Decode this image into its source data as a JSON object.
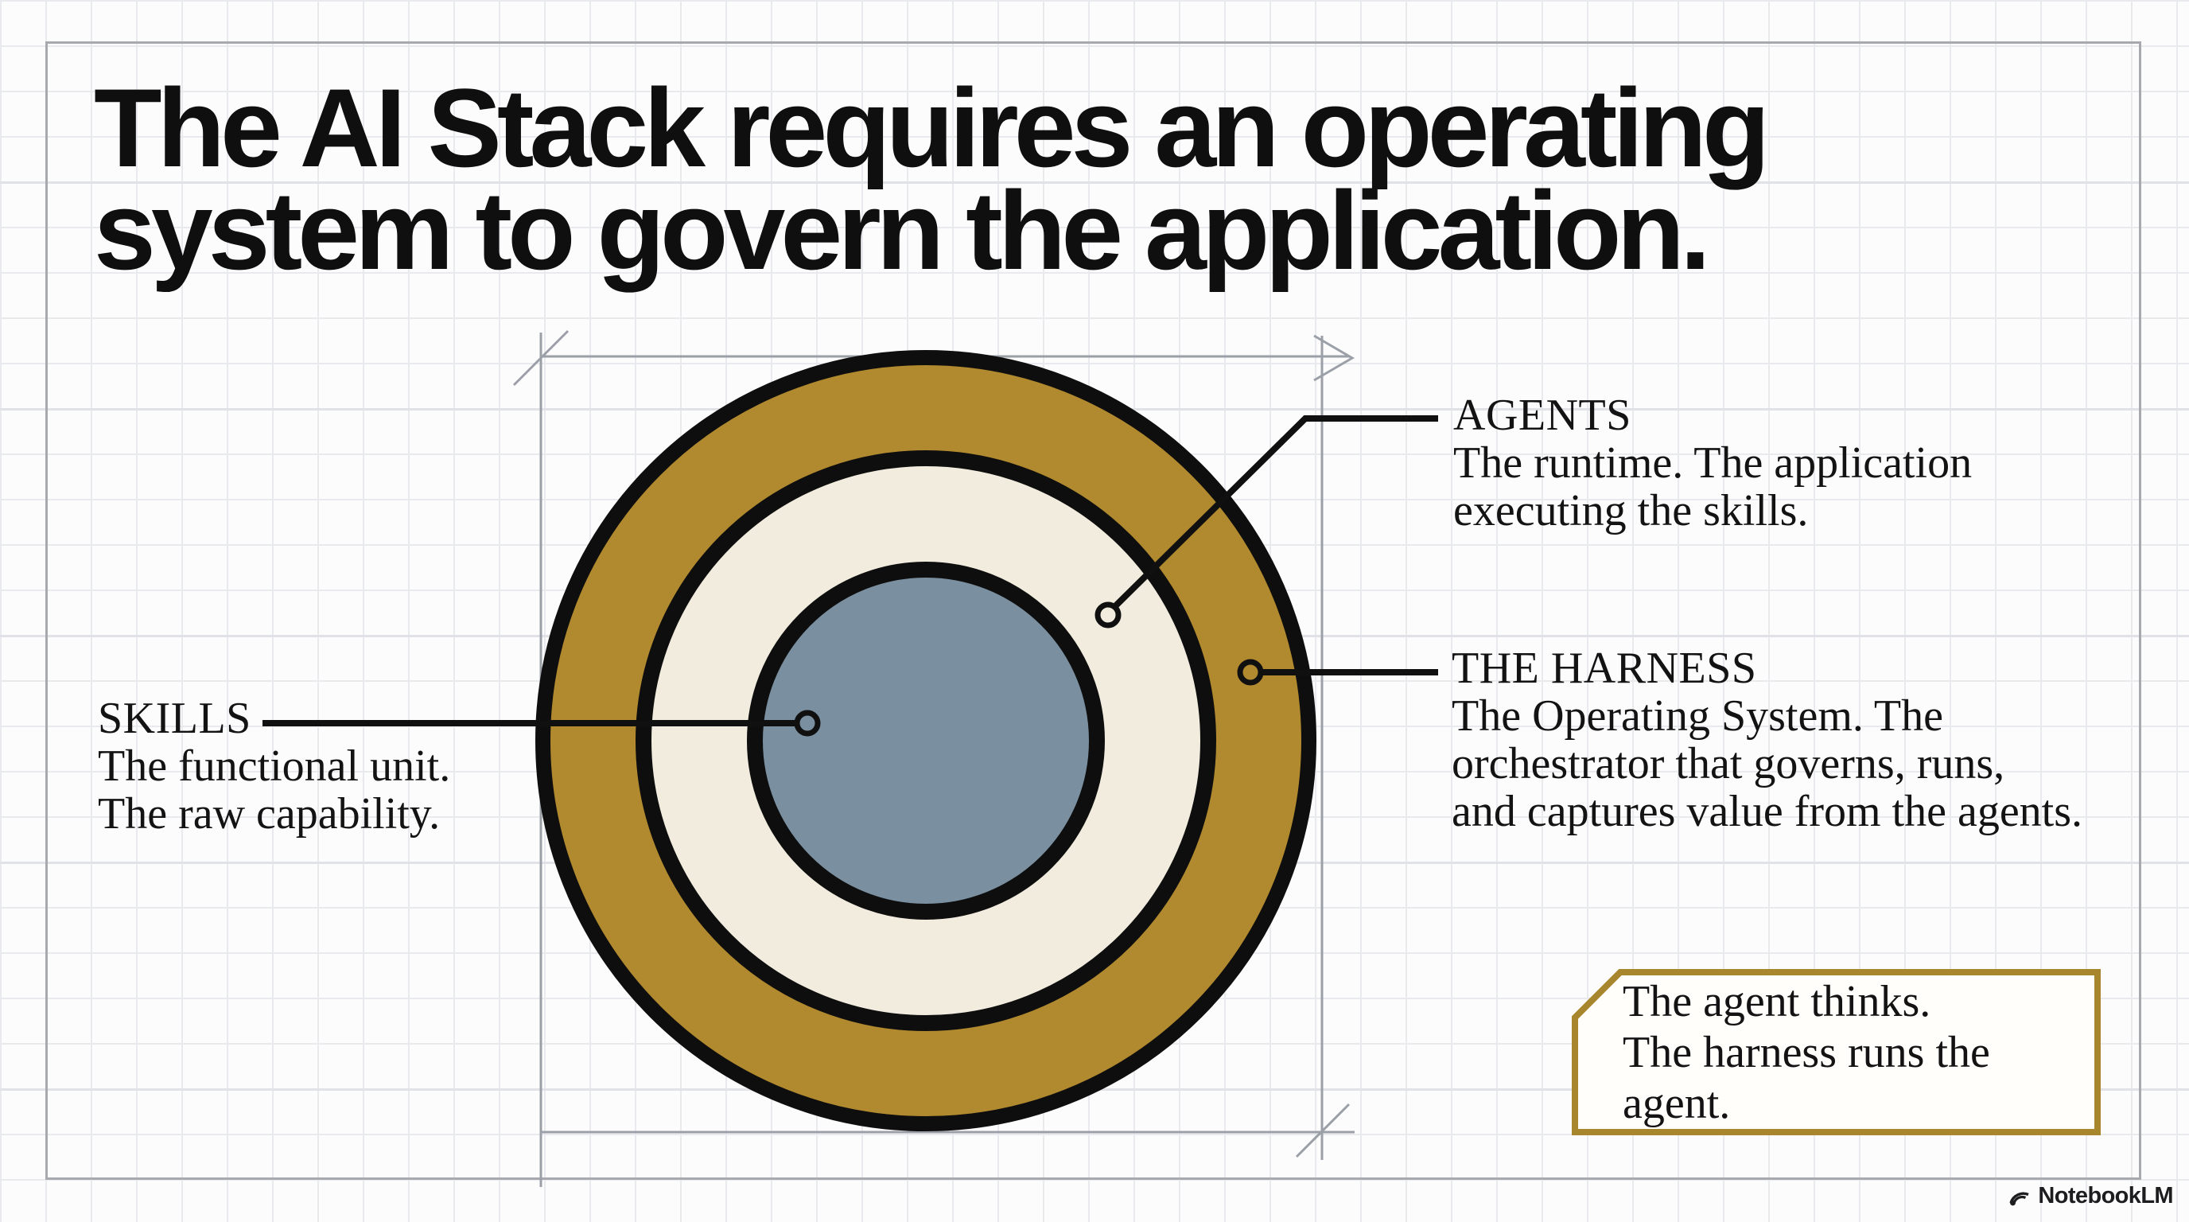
{
  "title": {
    "line1": "The AI Stack requires an operating",
    "line2": "system to govern the application."
  },
  "labels": {
    "skills": {
      "heading": "SKILLS",
      "line1": "The functional unit.",
      "line2": "The raw capability."
    },
    "agents": {
      "heading": "AGENTS",
      "line1": "The runtime. The application",
      "line2": "executing the skills."
    },
    "harness": {
      "heading": "THE HARNESS",
      "line1": "The Operating System. The",
      "line2": "orchestrator that governs, runs,",
      "line3": "and captures value from the agents."
    }
  },
  "callout": {
    "line1": "The agent thinks.",
    "line2": "The harness runs the agent."
  },
  "watermark": {
    "brand": "NotebookLM"
  },
  "colors": {
    "ring_outer_gold": "#B1892E",
    "ring_middle_cream": "#F1ECDE",
    "ring_inner_blue": "#7A8F9F",
    "ring_outline_black": "#0e0e0e",
    "leader_black": "#101010",
    "callout_border_gold": "#A8862E",
    "callout_fill": "#fffefb",
    "dimension_gray": "#9ba0a8"
  }
}
